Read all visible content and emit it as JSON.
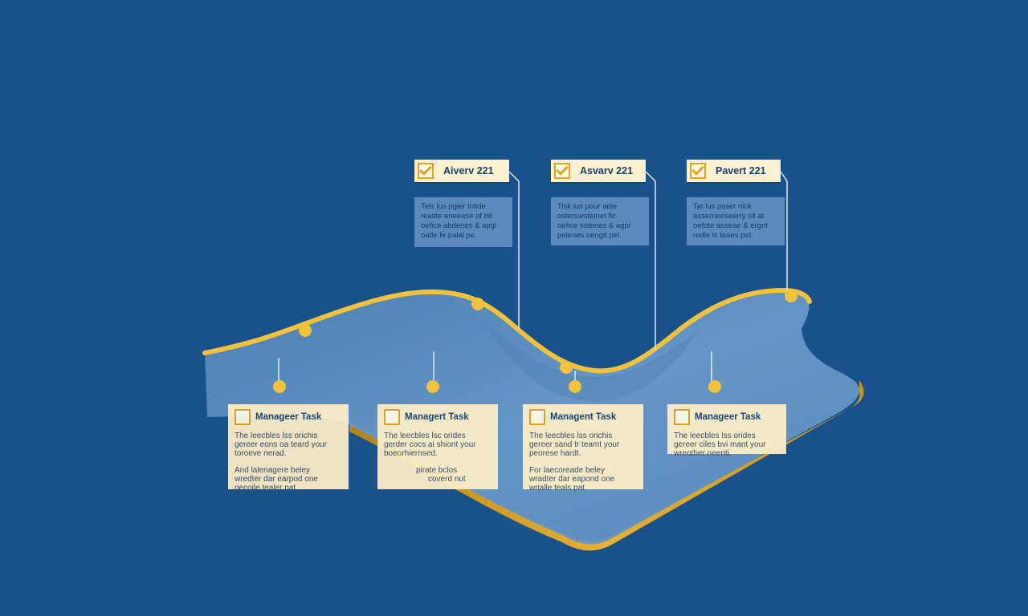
{
  "colors": {
    "background": "#19528b",
    "surface": "#5e90bf",
    "surface_edge": "#d8a22a",
    "timeline": "#f2c23d",
    "note_bg": "#fdf0c9",
    "top_note_bg": "#5f8fc0",
    "checkbox": "#e5a321",
    "text_dark": "#173f6e"
  },
  "milestones": [
    {
      "label": "Aiverv 221",
      "checked": true,
      "lines": [
        "Tels lus pgier tnlide",
        "reaste eneease of bit",
        "oefice abdenes & apgi",
        "oatle fe palal pe."
      ]
    },
    {
      "label": "Asvarv 221",
      "checked": true,
      "lines": [
        "Tisk lus pour adie",
        "osterswsteinet fic",
        "oefice sotenes & agpi",
        "pelenes oengit pel."
      ]
    },
    {
      "label": "Pavert 221",
      "checked": true,
      "lines": [
        "Tat lus psser nick",
        "asserneeseerry sit at",
        "oefote asseae & ergot",
        "redle is teaes pet."
      ]
    }
  ],
  "tasks": [
    {
      "title": "Manageer Task",
      "checked": false,
      "lines": [
        "The leecbles lss orichis",
        "gereer eons oa teard your",
        "toroeve nerad."
      ],
      "extra_lines": [
        "And lalenagere beley",
        "wredter dar earpod one",
        "gecoile tealer pat."
      ]
    },
    {
      "title": "Managert Task",
      "checked": false,
      "lines": [
        "The leecbles lsc orides",
        "gerder cocs ai shiont your",
        "boeorhiernsed."
      ],
      "extra_lines": [
        "pirate bclos",
        "coverd nut"
      ]
    },
    {
      "title": "Managent Task",
      "checked": false,
      "lines": [
        "The leecbles lss orichis",
        "gereer sand tr teamt your",
        "peorese hardt."
      ],
      "extra_lines": [
        "For laecoreade beley",
        "wradter dar eapond one",
        "wrialle teals pat."
      ]
    },
    {
      "title": "Manageer Task",
      "checked": false,
      "lines": [
        "The leecbles lss orides",
        "gereer ciles bvi mant your",
        "wreother neenti."
      ],
      "extra_lines": []
    }
  ]
}
